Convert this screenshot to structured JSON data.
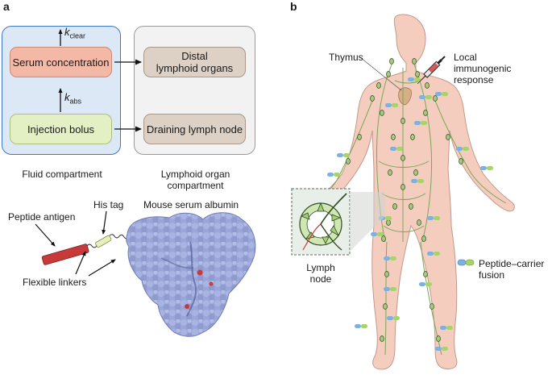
{
  "panel_a": {
    "letter": "a",
    "k_clear_main": "k",
    "k_clear_sub": "clear",
    "k_abs_main": "k",
    "k_abs_sub": "abs",
    "serum_concentration": "Serum concentration",
    "injection_bolus": "Injection bolus",
    "distal_line1": "Distal",
    "distal_line2": "lymphoid organs",
    "draining_lymph_node": "Draining lymph node",
    "fluid_compartment": "Fluid compartment",
    "lymphoid_line1": "Lymphoid organ",
    "lymphoid_line2": "compartment",
    "his_tag": "His tag",
    "mouse_serum_albumin": "Mouse serum albumin",
    "peptide_antigen": "Peptide antigen",
    "flexible_linkers": "Flexible linkers"
  },
  "panel_b": {
    "letter": "b",
    "thymus": "Thymus",
    "local_line1": "Local",
    "local_line2": "immunogenic",
    "local_line3": "response",
    "lymph_line1": "Lymph",
    "lymph_line2": "node",
    "fusion_line1": "Peptide–carrier",
    "fusion_line2": "fusion"
  },
  "colors": {
    "fluid_fill": "#dde8f7",
    "fluid_border": "#3c78c8",
    "lymphoid_fill": "#f2f2f2",
    "serum_fill": "#f3b9a6",
    "bolus_fill": "#e2f0c4",
    "organ_fill": "#ddd0c4",
    "albumin": "#9aa6d8",
    "body": "#f4cdbf",
    "lymph": "#7aa65a",
    "peptide": "#c83a3a"
  }
}
